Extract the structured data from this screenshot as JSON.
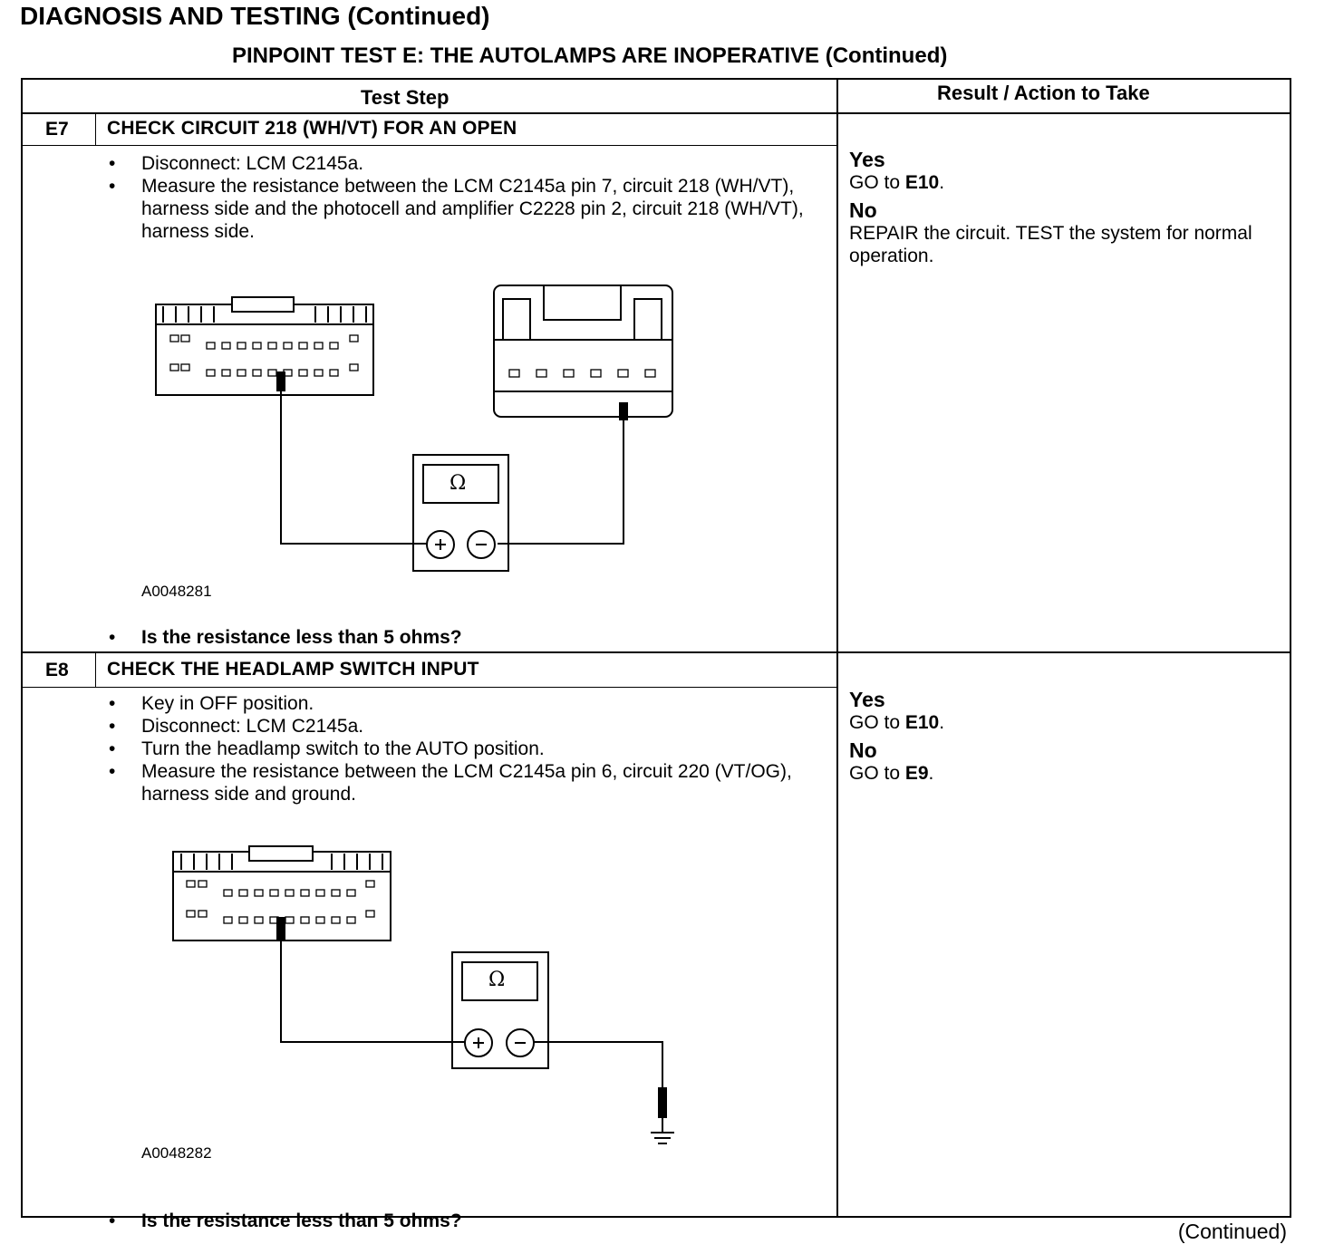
{
  "page_title": "DIAGNOSIS AND TESTING (Continued)",
  "test_title": "PINPOINT TEST  E: THE AUTOLAMPS ARE INOPERATIVE (Continued)",
  "table": {
    "col_test_step": "Test Step",
    "col_result": "Result / Action to Take"
  },
  "steps": [
    {
      "id": "E7",
      "title": "CHECK CIRCUIT 218 (WH/VT) FOR AN OPEN",
      "bullets": [
        "Disconnect: LCM C2145a.",
        "Measure the resistance between the LCM C2145a pin 7, circuit 218 (WH/VT), harness side and the photocell and amplifier C2228 pin 2, circuit 218 (WH/VT), harness side."
      ],
      "figure_id": "A0048281",
      "meter_symbol": "Ω",
      "question": "Is the resistance less than 5 ohms?",
      "result_yes_label": "Yes",
      "result_yes_text": "GO to ",
      "result_yes_target": "E10",
      "result_yes_end": ".",
      "result_no_label": "No",
      "result_no_text": "REPAIR the circuit. TEST the system for normal operation."
    },
    {
      "id": "E8",
      "title": "CHECK THE HEADLAMP SWITCH INPUT",
      "bullets": [
        "Key in OFF position.",
        "Disconnect: LCM C2145a.",
        "Turn the headlamp switch to the AUTO position.",
        "Measure the resistance between the LCM C2145a pin 6, circuit 220 (VT/OG), harness side and ground."
      ],
      "figure_id": "A0048282",
      "meter_symbol": "Ω",
      "question": "Is the resistance less than 5 ohms?",
      "result_yes_label": "Yes",
      "result_yes_text": "GO to ",
      "result_yes_target": "E10",
      "result_yes_end": ".",
      "result_no_label": "No",
      "result_no_text": "GO to ",
      "result_no_target": "E9",
      "result_no_end": "."
    }
  ],
  "footer_continued": "(Continued)"
}
